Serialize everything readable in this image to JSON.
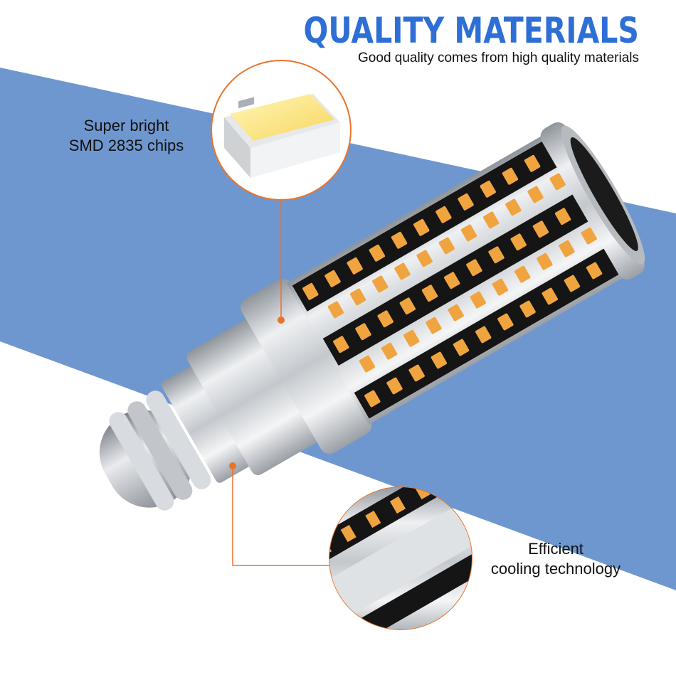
{
  "header": {
    "title": "QUALITY MATERIALS",
    "subtitle": "Good quality comes from high quality materials"
  },
  "callouts": {
    "chips": {
      "line1": "Super bright",
      "line2": "SMD 2835 chips"
    },
    "cooling": {
      "line1": "Efficient",
      "line2": "cooling technology"
    }
  },
  "colors": {
    "background_band": "#6f97cf",
    "title": "#2e6fd6",
    "callout_ring": "#e8742a",
    "led_chip": "#f0a440",
    "housing": "#c9cdd2"
  },
  "icons": {
    "product": "led-corn-bulb-icon",
    "detail_1": "smd-chip-icon",
    "detail_2": "heat-sink-fin-icon"
  }
}
